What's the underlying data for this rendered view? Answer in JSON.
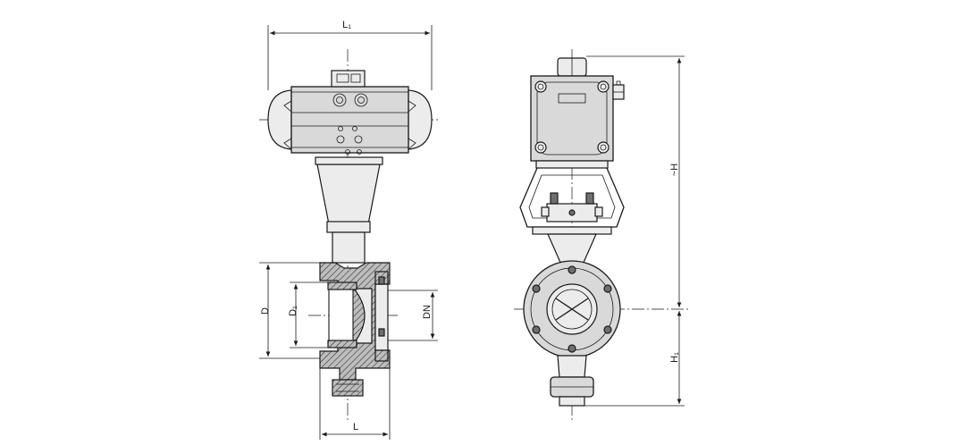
{
  "drawing": {
    "front_view": {
      "dimension_labels": {
        "L1": "L₁",
        "L": "L",
        "D": "D",
        "D1": "D₁",
        "DN": "DN"
      }
    },
    "side_view": {
      "dimension_labels": {
        "H": "~H",
        "H1": "H₁"
      }
    },
    "colors": {
      "line": "#1a1a1a",
      "body_fill": "#d9d9d9",
      "dark_fill": "#6f6f6f"
    }
  }
}
